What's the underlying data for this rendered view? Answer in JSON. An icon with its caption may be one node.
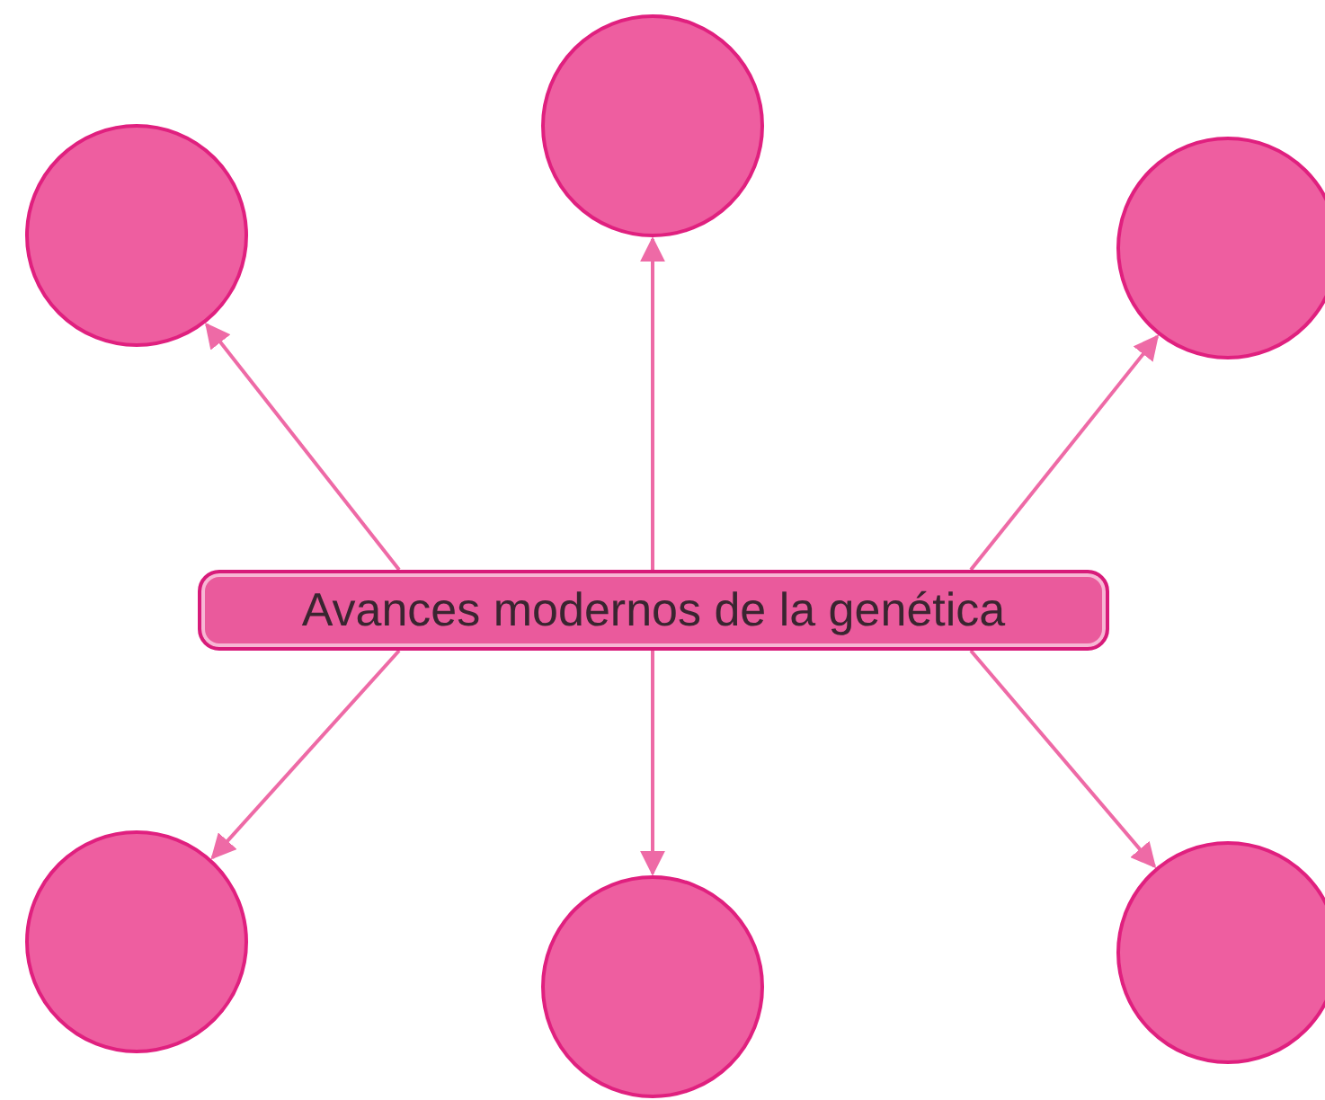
{
  "diagram": {
    "nodes": [
      {
        "text": [
          "Avances modernos de la genética"
        ]
      },
      {
        "text": [],
        "shape": "circle"
      },
      {
        "text": [],
        "shape": "circle"
      },
      {
        "text": [],
        "shape": "circle"
      },
      {
        "text": [],
        "shape": "circle"
      },
      {
        "text": [],
        "shape": "circle"
      },
      {
        "text": [],
        "shape": "circle"
      }
    ],
    "edges": [
      {
        "from": 0,
        "to": 1,
        "arrow": "to"
      },
      {
        "from": 0,
        "to": 2,
        "arrow": "to"
      },
      {
        "from": 0,
        "to": 3,
        "arrow": "to"
      },
      {
        "from": 0,
        "to": 4,
        "arrow": "to"
      },
      {
        "from": 0,
        "to": 5,
        "arrow": "to"
      },
      {
        "from": 0,
        "to": 6,
        "arrow": "to"
      }
    ]
  }
}
